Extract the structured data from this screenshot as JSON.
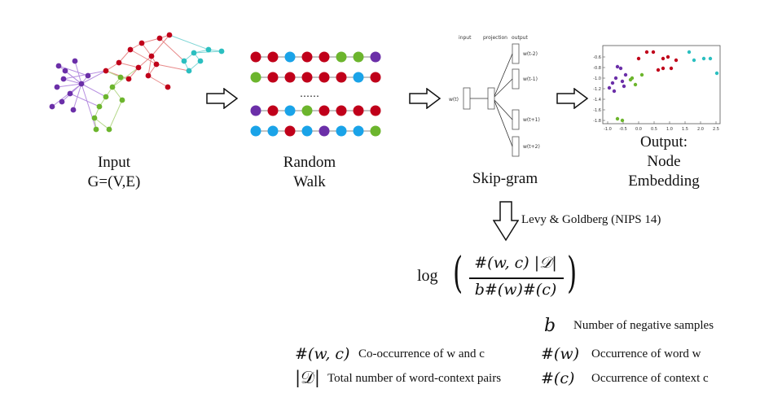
{
  "input": {
    "title": "Input",
    "subtitle": "G=(V,E)"
  },
  "random_walk": {
    "title": "Random",
    "subtitle": "Walk",
    "ellipsis": "……"
  },
  "skipgram": {
    "title": "Skip-gram",
    "col_input": "input",
    "col_projection": "projection",
    "col_output": "output",
    "input_word": "w(t)",
    "outputs": [
      "w(t-2)",
      "w(t-1)",
      "w(t+1)",
      "w(t+2)"
    ]
  },
  "output": {
    "title": "Output:",
    "line2": "Node",
    "line3": "Embedding",
    "x_ticks": [
      "-1.0",
      "-0.5",
      "0.0",
      "0.5",
      "1.0",
      "1.5",
      "2.0",
      "2.5"
    ],
    "y_ticks": [
      "-0.6",
      "-0.8",
      "-1.0",
      "-1.2",
      "-1.4",
      "-1.6",
      "-1.8"
    ]
  },
  "citation": "Levy & Goldberg (NIPS 14)",
  "formula": {
    "log": "log",
    "numerator": "#(w, c) |𝒟|",
    "denominator": "b#(w)#(c)"
  },
  "legend": {
    "wc_sym": "#(w, c)",
    "wc_text": "Co-occurrence of w and c",
    "d_sym": "|𝒟|",
    "d_text": "Total number of word-context pairs",
    "b_sym": "b",
    "b_text": "Number of negative samples",
    "w_sym": "#(w)",
    "w_text": "Occurrence of word w",
    "c_sym": "#(c)",
    "c_text": "Occurrence of context c"
  },
  "colors": {
    "red": "#c0001a",
    "green": "#6cb52d",
    "blue": "#1aa3e8",
    "purple": "#6b2fa8",
    "cyan": "#2bbfc0",
    "edge_purple": "#b68ee0",
    "edge_red": "#e88a8a",
    "edge_cyan": "#7fd6d6",
    "edge_green": "#b5d88a"
  },
  "walks": [
    [
      "red",
      "red",
      "blue",
      "red",
      "red",
      "green",
      "green",
      "purple"
    ],
    [
      "green",
      "red",
      "red",
      "red",
      "red",
      "red",
      "blue",
      "red"
    ],
    [
      "purple",
      "red",
      "blue",
      "green",
      "red",
      "red",
      "red",
      "red"
    ],
    [
      "blue",
      "blue",
      "red",
      "blue",
      "purple",
      "blue",
      "blue",
      "green"
    ]
  ]
}
